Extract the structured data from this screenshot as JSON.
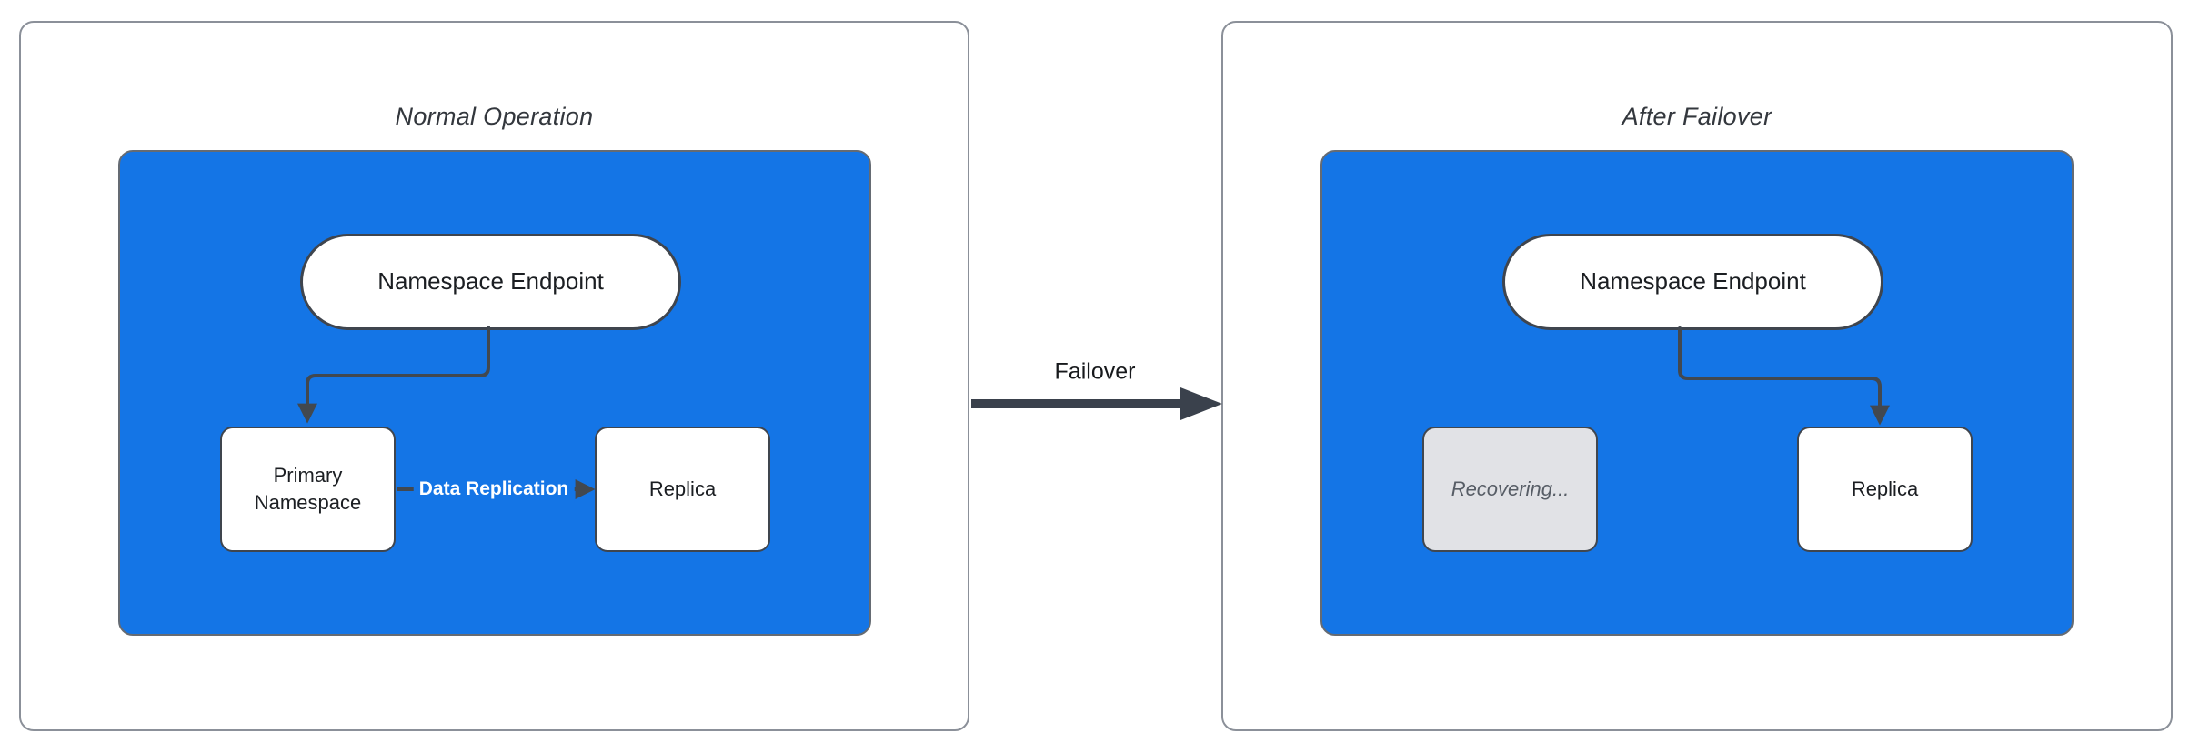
{
  "left_panel": {
    "title": "Normal Operation",
    "endpoint_label": "Namespace Endpoint",
    "primary_label": "Primary Namespace",
    "replica_label": "Replica",
    "replication_edge_label": "Data Replication"
  },
  "right_panel": {
    "title": "After Failover",
    "endpoint_label": "Namespace Endpoint",
    "recovering_label": "Recovering...",
    "replica_label": "Replica"
  },
  "failover_edge_label": "Failover",
  "colors": {
    "container_fill": "#1475e6",
    "node_fill": "#ffffff",
    "node_border": "#3f454e",
    "recovering_fill": "#e1e2e6",
    "recovering_text": "#575d66",
    "connector": "#42484f",
    "panel_border": "#8b9099",
    "edge_label_text": "#ffffff",
    "title_text": "#33373d"
  }
}
